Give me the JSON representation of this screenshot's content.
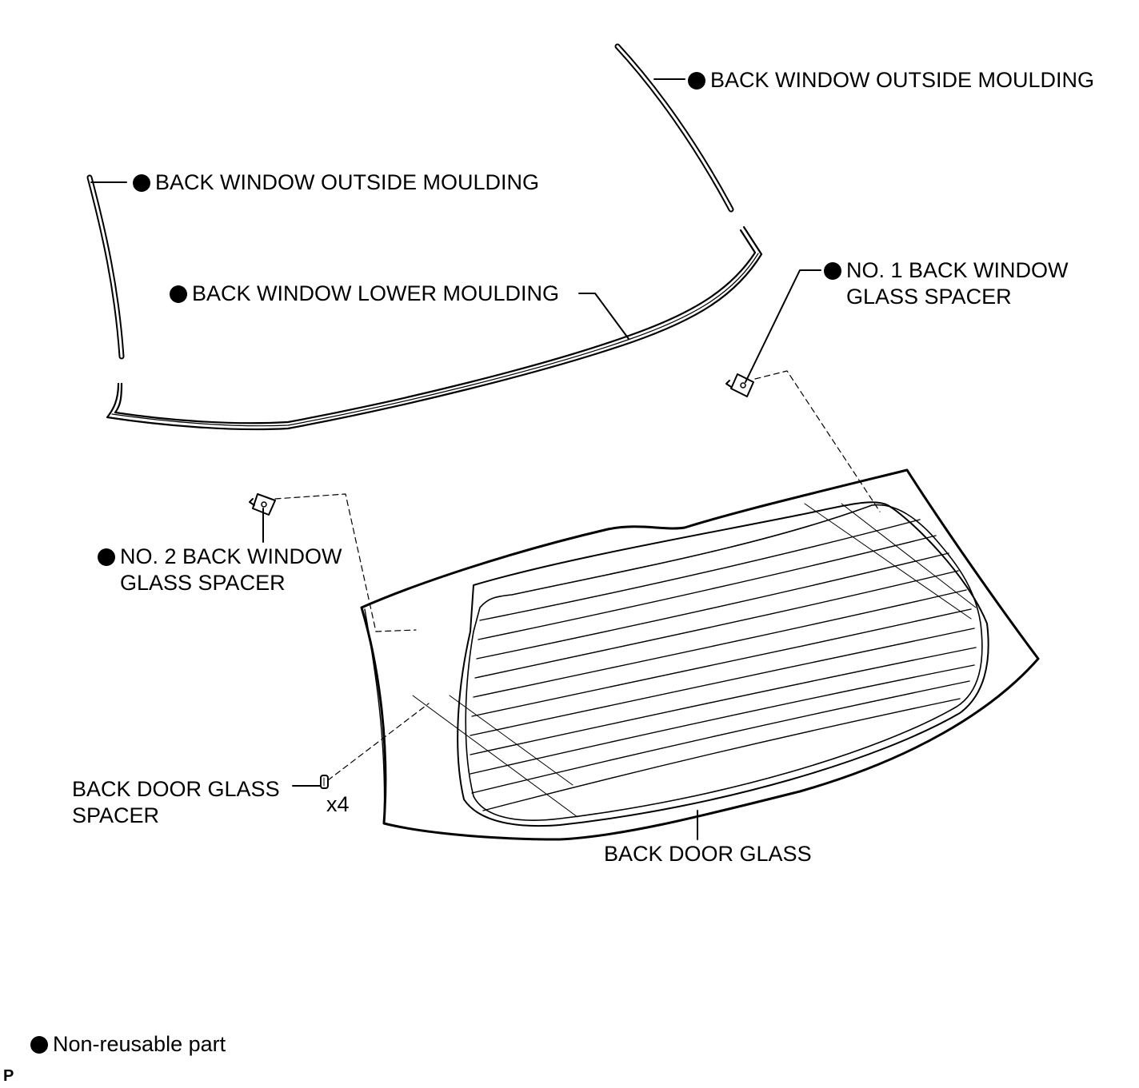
{
  "callouts": {
    "outside_moulding_right": "BACK WINDOW OUTSIDE MOULDING",
    "outside_moulding_left": "BACK WINDOW OUTSIDE MOULDING",
    "lower_moulding": "BACK WINDOW LOWER MOULDING",
    "no1_spacer_line1": "NO. 1 BACK WINDOW",
    "no1_spacer_line2": "GLASS SPACER",
    "no2_spacer_line1": "NO. 2 BACK WINDOW",
    "no2_spacer_line2": "GLASS SPACER",
    "door_glass_spacer_line1": "BACK DOOR GLASS",
    "door_glass_spacer_line2": "SPACER",
    "door_glass_spacer_qty": "x4",
    "door_glass": "BACK DOOR GLASS"
  },
  "legend": {
    "symbol": "non-reusable-dot-icon",
    "text": "Non-reusable part"
  },
  "figure_code": "P"
}
